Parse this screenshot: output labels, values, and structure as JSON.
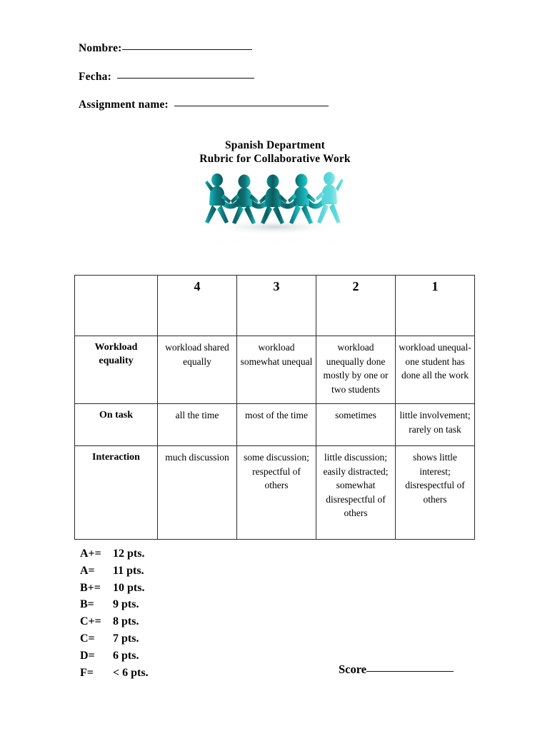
{
  "document": {
    "header_fields": [
      {
        "label": "Nombre:",
        "blank": "________________________"
      },
      {
        "label": "Fecha:",
        "blank": "__________________________"
      },
      {
        "label": "Assignment name:",
        "blank": "___________________________"
      }
    ],
    "title": {
      "line1": "Spanish Department",
      "line2": "Rubric for Collaborative Work"
    },
    "clipart": {
      "name": "people-holding-hands-clipart",
      "figure_count": 5,
      "colors": {
        "dark_teal": "#0b5b5e",
        "mid_teal": "#117d80",
        "bright_teal": "#17b9bd",
        "light_cyan": "#4fd3d6",
        "reflection": "#d8dcdd"
      }
    },
    "table": {
      "headers": [
        "",
        "4",
        "3",
        "2",
        "1"
      ],
      "rows": [
        {
          "criteria": "Workload equality",
          "cells": [
            "workload shared equally",
            "workload somewhat unequal",
            "workload unequally done mostly by one or two students",
            "workload unequal-one student has done all the work"
          ]
        },
        {
          "criteria": "On task",
          "cells": [
            "all the time",
            "most of the time",
            "sometimes",
            "little involvement; rarely on task"
          ]
        },
        {
          "criteria": "Interaction",
          "cells": [
            "much discussion",
            "some discussion; respectful of others",
            "little discussion; easily distracted; somewhat disrespectful of others",
            "shows little interest; disrespectful of others"
          ]
        }
      ]
    },
    "grading_scale": [
      {
        "key": "A+=",
        "value": "12 pts."
      },
      {
        "key": "A=",
        "value": "11 pts."
      },
      {
        "key": "B+=",
        "value": "10 pts."
      },
      {
        "key": "B=",
        "value": "9 pts."
      },
      {
        "key": "C+=",
        "value": "8 pts."
      },
      {
        "key": "C=",
        "value": "7 pts."
      },
      {
        "key": "D=",
        "value": "6 pts."
      },
      {
        "key": "F=",
        "value": "< 6 pts."
      }
    ],
    "score": {
      "label": "Score",
      "blank": "____________"
    }
  }
}
